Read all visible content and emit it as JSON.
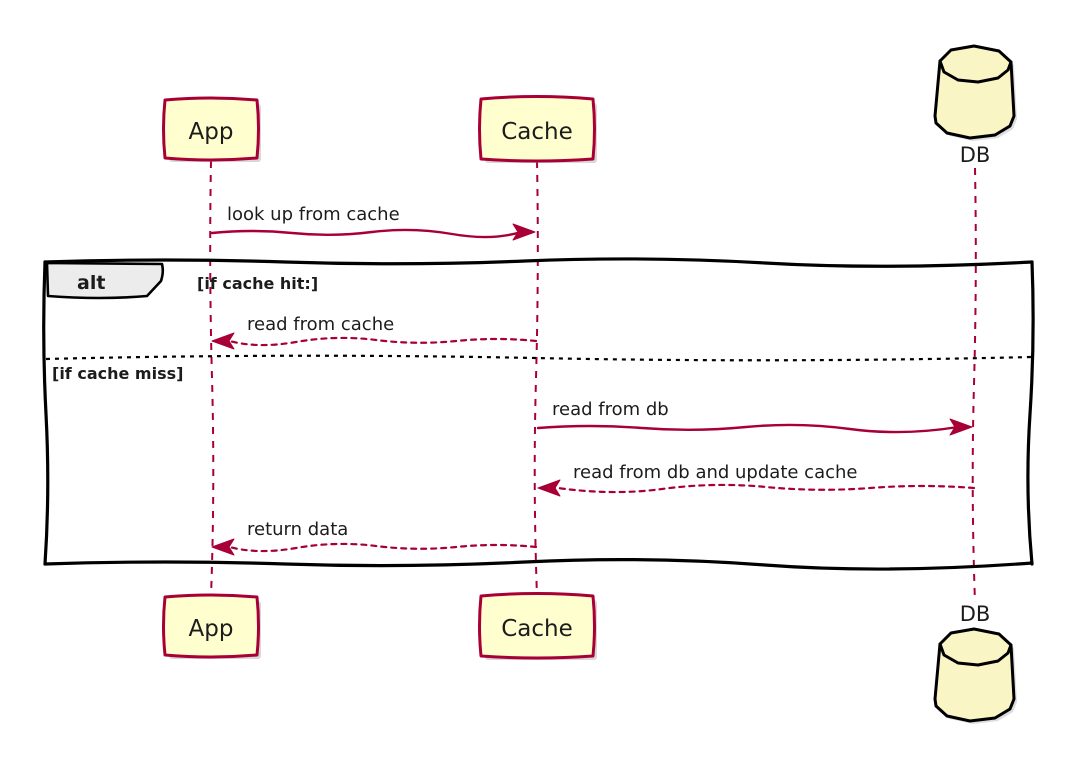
{
  "diagram_type": "sequence-diagram",
  "participants": {
    "app": {
      "label": "App",
      "kind": "box"
    },
    "cache": {
      "label": "Cache",
      "kind": "box"
    },
    "db": {
      "label": "DB",
      "kind": "database"
    }
  },
  "messages": {
    "lookup": {
      "label": "look up from cache",
      "from": "App",
      "to": "Cache",
      "line": "solid"
    },
    "read_cache": {
      "label": "read from cache",
      "from": "Cache",
      "to": "App",
      "line": "dashed"
    },
    "read_db": {
      "label": "read from db",
      "from": "Cache",
      "to": "DB",
      "line": "solid"
    },
    "update_cache": {
      "label": "read from db and update cache",
      "from": "DB",
      "to": "Cache",
      "line": "dashed"
    },
    "return_data": {
      "label": "return data",
      "from": "Cache",
      "to": "App",
      "line": "dashed"
    }
  },
  "alt_frame": {
    "operator": "alt",
    "guard_hit": "[if cache hit:]",
    "guard_miss": "[if cache miss]"
  },
  "colors": {
    "accent": "#a80036",
    "participant_fill": "#fefece",
    "cylinder_fill": "#faf5c4",
    "frame_border": "#000000",
    "alt_label_fill": "#ececec",
    "shadow": "#a9a9a9"
  }
}
